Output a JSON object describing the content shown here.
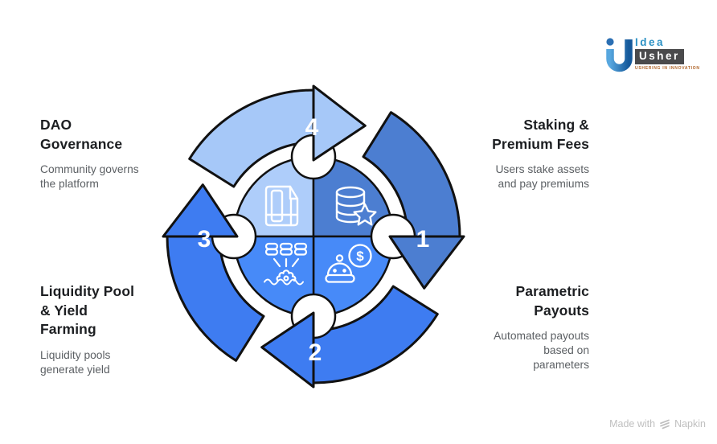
{
  "diagram_title": "",
  "steps": [
    {
      "number": "1",
      "title_lines": [
        "Staking &",
        "Premium Fees"
      ],
      "desc_lines": [
        "Users stake assets",
        "and pay premiums"
      ],
      "arrow_color": "#4C7ED1",
      "position": "right"
    },
    {
      "number": "2",
      "title_lines": [
        "Parametric",
        "Payouts"
      ],
      "desc_lines": [
        "Automated payouts",
        "based on",
        "parameters"
      ],
      "arrow_color": "#3E7CF1",
      "position": "bottom"
    },
    {
      "number": "3",
      "title_lines": [
        "Liquidity Pool",
        "& Yield",
        "Farming"
      ],
      "desc_lines": [
        "Liquidity pools",
        "generate yield"
      ],
      "arrow_color": "#3E7CF1",
      "position": "left"
    },
    {
      "number": "4",
      "title_lines": [
        "DAO",
        "Governance"
      ],
      "desc_lines": [
        "Community governs",
        "the platform"
      ],
      "arrow_color": "#A6C8F8",
      "position": "top"
    }
  ],
  "center_icons": {
    "top_left": "document-layout-icon",
    "top_right": "database-star-icon",
    "bottom_left": "liquidity-pool-coins-icon",
    "bottom_right": "robot-payout-icon",
    "currency_symbol": "$"
  },
  "colors": {
    "arrow_step1": "#4C7ED1",
    "arrow_step2": "#3E7CF1",
    "arrow_step3": "#3E7CF1",
    "arrow_step4": "#A6C8F8",
    "quadrant_top_left": "#AECDFA",
    "quadrant_top_right": "#4C7ED1",
    "quadrant_bottom_left": "#478AF8",
    "quadrant_bottom_right": "#478AF8",
    "outline": "#111111",
    "icon_stroke": "#ffffff"
  },
  "branding": {
    "logo_word_top": "Idea",
    "logo_word_bottom": "Usher",
    "tagline": "USHERING IN INNOVATION"
  },
  "watermark": {
    "prefix": "Made with",
    "brand": "Napkin"
  }
}
